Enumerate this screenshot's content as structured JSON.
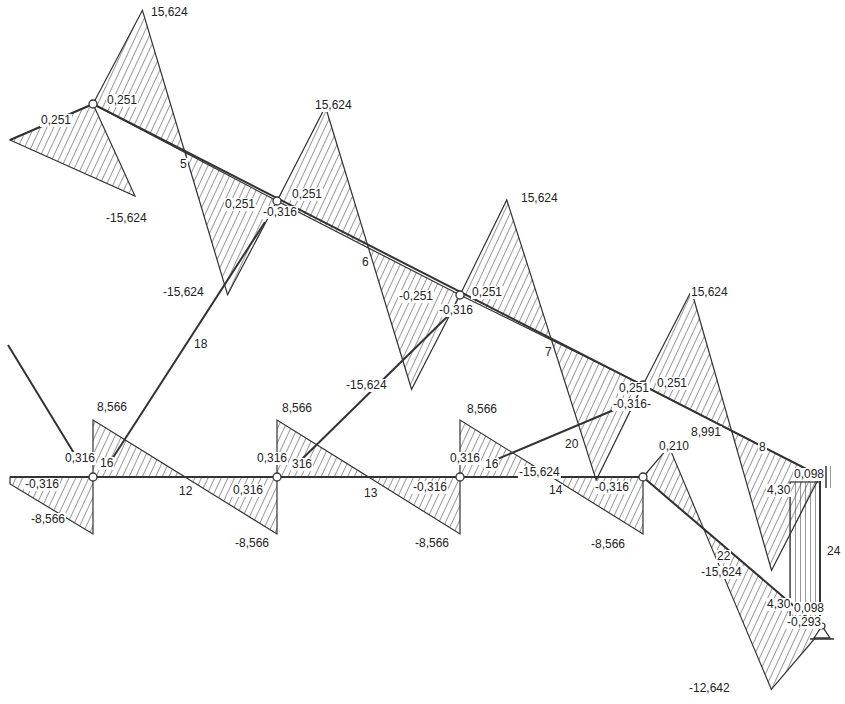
{
  "diagram": {
    "labels": [
      "15,624",
      "0,251",
      "0,251",
      "5",
      "-15,624",
      "15,624",
      "0,251",
      "0,251",
      "-0,316",
      "6",
      "-15,624",
      "15,624",
      "-0,251",
      "0,251",
      "-0,316",
      "7",
      "-15,624",
      "15,624",
      "0,251",
      "0,251",
      "-0,316-",
      "8,991",
      "8",
      "18",
      "20",
      "8,566",
      "0,316",
      "16",
      "-0,316",
      "-8,566",
      "12",
      "8,566",
      "0,316",
      "316",
      "0,316",
      "-8,566",
      "13",
      "8,566",
      "0,316",
      "16",
      "-0,316",
      "-8,566",
      "-15,624",
      "14",
      "-0,316",
      "-8,566",
      "0,210",
      "22",
      "-15,624",
      "4,30",
      "0,098",
      "24",
      "4,30",
      "0,098",
      "-0,293",
      "-12,642"
    ]
  }
}
